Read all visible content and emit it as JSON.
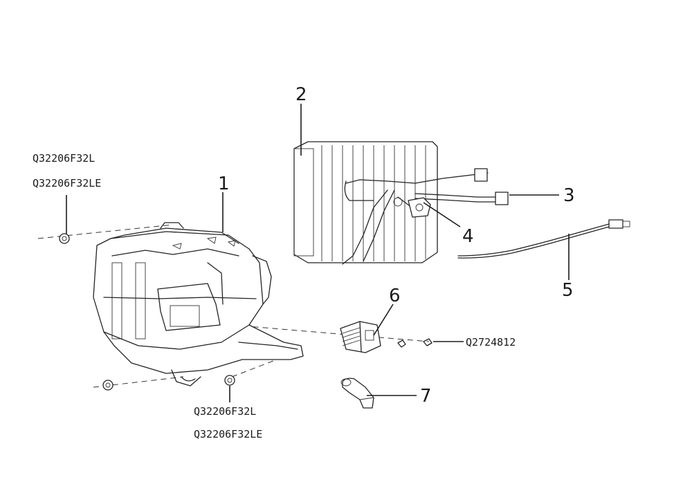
{
  "callouts": {
    "c1": "1",
    "c2": "2",
    "c3": "3",
    "c4": "4",
    "c5": "5",
    "c6": "6",
    "c7": "7"
  },
  "part_numbers": {
    "top_left_line1": "Q32206F32L",
    "top_left_line2": "Q32206F32LE",
    "bottom_line1": "Q32206F32L",
    "bottom_line2": "Q32206F32LE",
    "screw": "Q2724812"
  }
}
